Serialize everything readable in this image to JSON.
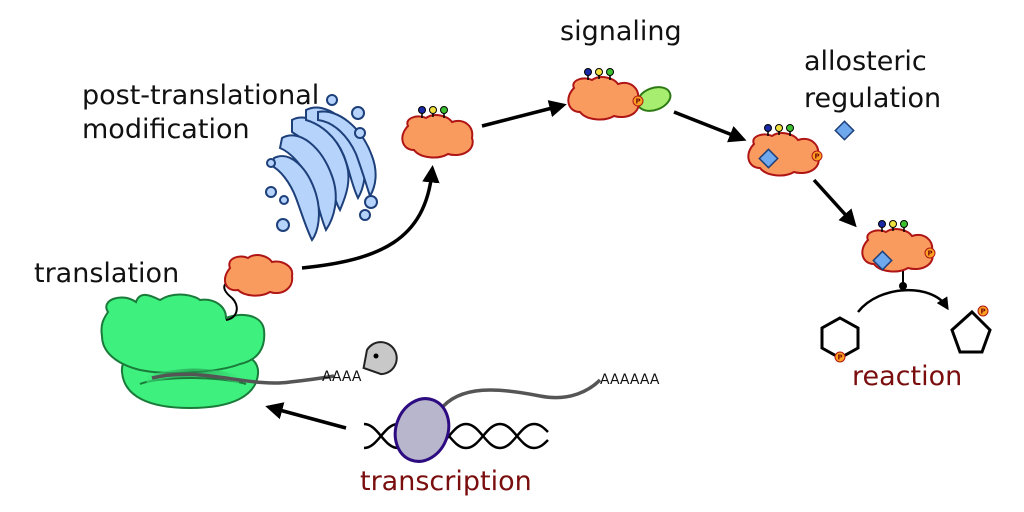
{
  "labels": {
    "signaling": "signaling",
    "allosteric_line1": "allosteric",
    "allosteric_line2": "regulation",
    "ptm_line1": "post-translational",
    "ptm_line2": "modification",
    "translation": "translation",
    "reaction": "reaction",
    "transcription": "transcription"
  },
  "polyA": {
    "mrna_tail": "AAAA",
    "transcript_tail": "AAAAAA"
  },
  "phospho_symbol": "P",
  "colors": {
    "protein_fill": "#f99a5e",
    "protein_stroke": "#b01515",
    "ribosome_fill": "#3ef07e",
    "ribosome_stroke": "#1a7a3a",
    "golgi_fill": "#b6d3fb",
    "golgi_stroke": "#1d3f7a",
    "partner_fill": "#a7ee70",
    "partner_stroke": "#2e7a14",
    "effector_fill": "#6fa8ec",
    "effector_stroke": "#1d3f7a",
    "polymerase_fill": "#b8b6cc",
    "polymerase_stroke": "#2d0b80",
    "phosphate_fill": "#ffa020",
    "label_dark_red": "#7a0d0d"
  }
}
